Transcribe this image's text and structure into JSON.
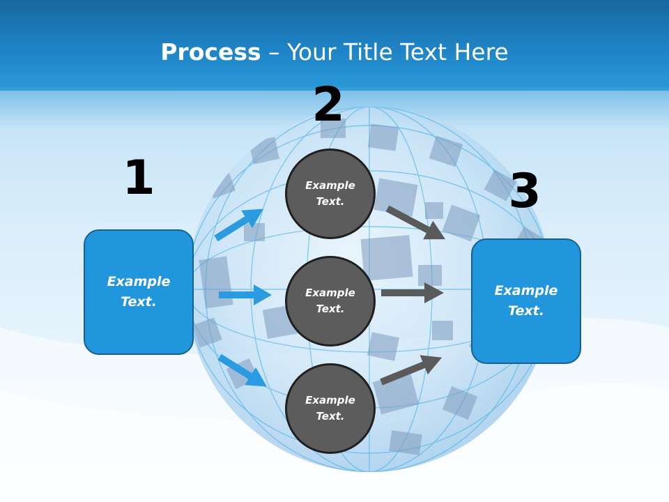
{
  "slide": {
    "title_bold": "Process",
    "title_rest": " – Your Title Text Here"
  },
  "steps": {
    "one": "1",
    "two": "2",
    "three": "3"
  },
  "left_box": {
    "text": "Example\nText."
  },
  "right_box": {
    "text": "Example\nText."
  },
  "circles": [
    {
      "text": "Example\nText."
    },
    {
      "text": "Example\nText."
    },
    {
      "text": "Example\nText."
    }
  ],
  "colors": {
    "header_blue": "#1f84c6",
    "box_blue": "#2196dc",
    "box_border": "#16618f",
    "arrow_blue": "#2a9be0",
    "arrow_gray": "#5a5a5a",
    "circle_gray": "#5c5c5c",
    "globe_blue": "#9cc8ea"
  }
}
